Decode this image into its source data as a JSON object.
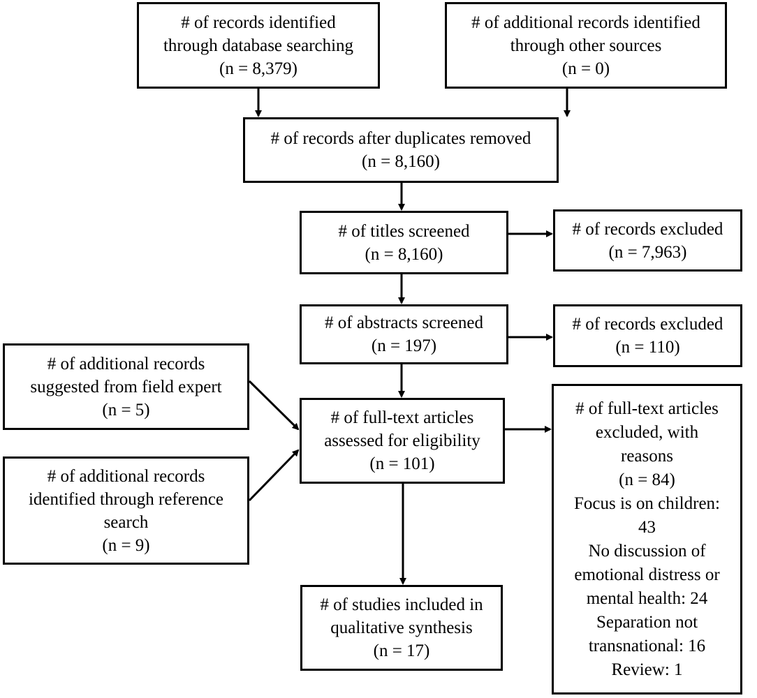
{
  "boxes": {
    "db_search": {
      "lines": [
        "# of records identified",
        "through database searching",
        "(n = 8,379)"
      ]
    },
    "other_sources": {
      "lines": [
        "# of additional records identified",
        "through other sources",
        "(n = 0)"
      ]
    },
    "after_duplicates": {
      "lines": [
        "# of records after duplicates removed",
        "(n = 8,160)"
      ]
    },
    "titles_screened": {
      "lines": [
        "# of titles screened",
        "(n = 8,160)"
      ]
    },
    "titles_excluded": {
      "lines": [
        "# of records excluded",
        "(n = 7,963)"
      ]
    },
    "abstracts_screened": {
      "lines": [
        "# of abstracts screened",
        "(n = 197)"
      ]
    },
    "abstracts_excluded": {
      "lines": [
        "# of records excluded",
        "(n = 110)"
      ]
    },
    "field_expert": {
      "lines": [
        "# of additional records",
        "suggested from field expert",
        "(n = 5)"
      ]
    },
    "reference_search": {
      "lines": [
        "# of additional records",
        "identified through reference",
        "search",
        "(n = 9)"
      ]
    },
    "fulltext_assessed": {
      "lines": [
        "# of full-text articles",
        "assessed for eligibility",
        "(n = 101)"
      ]
    },
    "fulltext_excluded": {
      "lines": [
        "# of full-text articles",
        "excluded, with",
        "reasons",
        "(n = 84)",
        "Focus is on children:",
        "43",
        "No discussion of",
        "emotional distress or",
        "mental health: 24",
        "Separation not",
        "transnational: 16",
        "Review: 1"
      ]
    },
    "included": {
      "lines": [
        "# of studies included in",
        "qualitative synthesis",
        "(n = 17)"
      ]
    }
  }
}
